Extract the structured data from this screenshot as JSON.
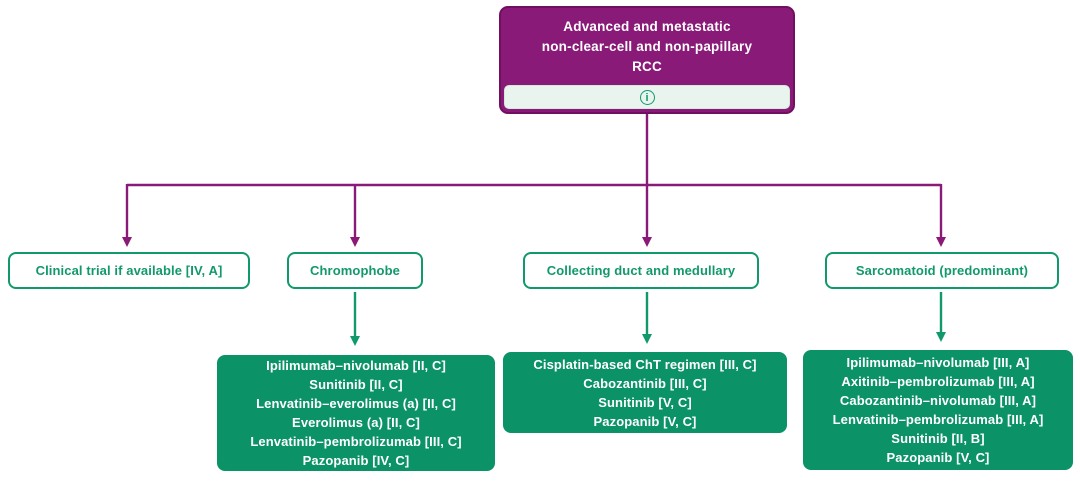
{
  "flowchart": {
    "root": {
      "title_lines": [
        "Advanced and metastatic",
        "non-clear-cell and non-papillary",
        "RCC"
      ],
      "info_icon_glyph": "i"
    },
    "branches": [
      {
        "label": "Clinical trial if available [IV, A]",
        "treatments": []
      },
      {
        "label": "Chromophobe",
        "treatments": [
          "Ipilimumab–nivolumab [II, C]",
          "Sunitinib [II, C]",
          "Lenvatinib–everolimus (a) [II, C]",
          "Everolimus (a) [II, C]",
          "Lenvatinib–pembrolizumab [III, C]",
          "Pazopanib [IV, C]"
        ]
      },
      {
        "label": "Collecting duct and medullary",
        "treatments": [
          "Cisplatin-based ChT regimen [III, C]",
          "Cabozantinib [III, C]",
          "Sunitinib [V, C]",
          "Pazopanib [V, C]"
        ]
      },
      {
        "label": "Sarcomatoid (predominant)",
        "treatments": [
          "Ipilimumab–nivolumab [III, A]",
          "Axitinib–pembrolizumab [III, A]",
          "Cabozantinib–nivolumab [III, A]",
          "Lenvatinib–pembrolizumab [III, A]",
          "Sunitinib [II, B]",
          "Pazopanib [V, C]"
        ]
      }
    ],
    "colors": {
      "purple_fill": "#8A1A78",
      "purple_border": "#70105F",
      "green_fill": "#0B9267",
      "green_stroke": "#12996B",
      "info_bar_bg": "#EAF4EF",
      "leaf_text": "#FFFFFF"
    }
  }
}
